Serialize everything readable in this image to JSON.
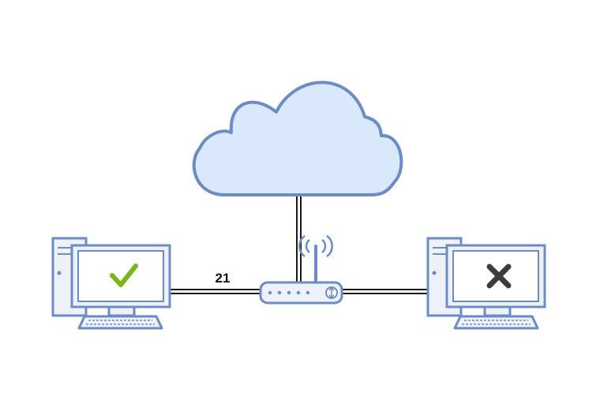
{
  "diagram": {
    "link_label": "21",
    "nodes": {
      "cloud": "cloud-icon",
      "router": "wifi-router-icon",
      "left_computer": {
        "icon": "desktop-computer-icon",
        "status": "allowed",
        "status_icon": "checkmark-icon"
      },
      "right_computer": {
        "icon": "desktop-computer-icon",
        "status": "blocked",
        "status_icon": "cross-icon"
      }
    },
    "colors": {
      "outline": "#6b8cc4",
      "cloud_fill": "#dae8fc",
      "device_fill": "#eef2f8",
      "screen_fill": "#ffffff",
      "check": "#7ab51d",
      "cross": "#3d3d3d",
      "wire": "#1a1a1a"
    }
  }
}
